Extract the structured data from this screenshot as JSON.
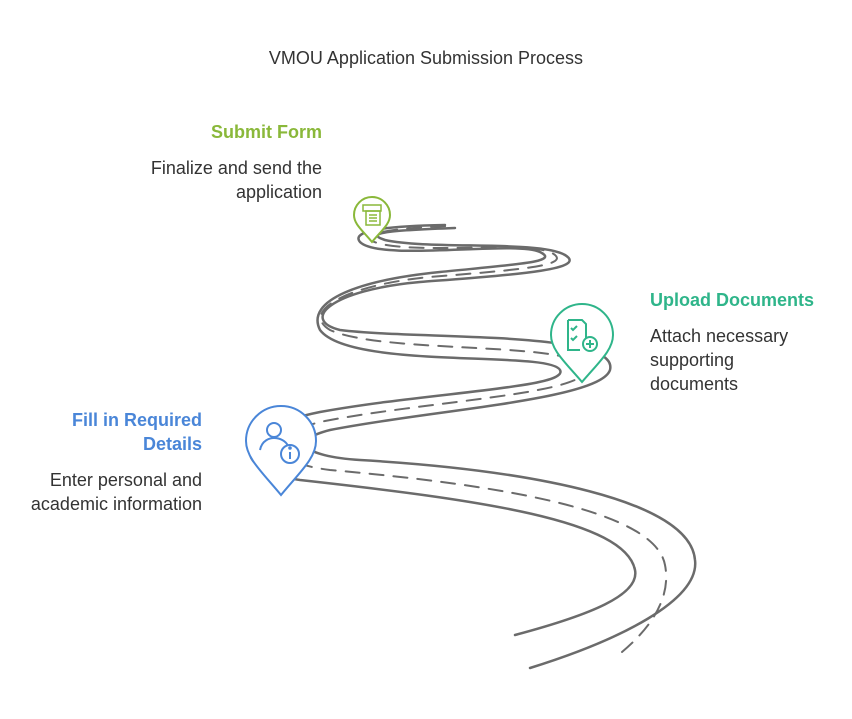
{
  "title": "VMOU Application Submission Process",
  "steps": [
    {
      "title": "Fill in Required Details",
      "description": "Enter personal and academic information",
      "icon": "person-info-icon",
      "color": "#4a86d8"
    },
    {
      "title": "Upload Documents",
      "description": "Attach necessary supporting documents",
      "icon": "document-add-icon",
      "color": "#2fb58a"
    },
    {
      "title": "Submit Form",
      "description": "Finalize and send the application",
      "icon": "form-icon",
      "color": "#8ab83a"
    }
  ]
}
